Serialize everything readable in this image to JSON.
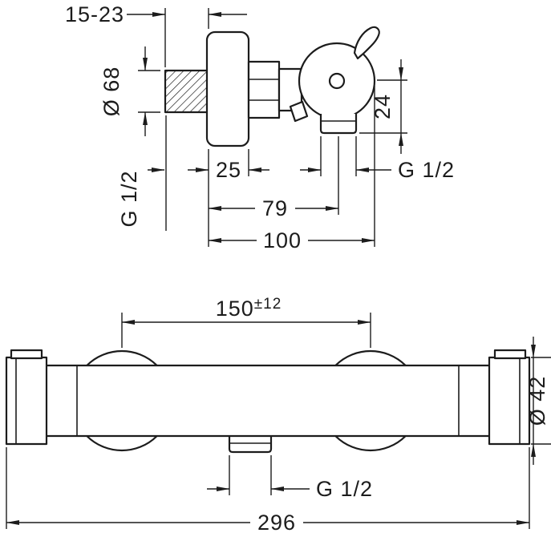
{
  "drawing": {
    "background": "#ffffff",
    "line_color": "#1c1c1c",
    "views": {
      "side": {
        "dims": {
          "wall_distance": "15-23",
          "flange_diameter": "Ø 68",
          "inlet_thread": "G 1/2",
          "flange_depth": "25",
          "outlet_thread": "G 1/2",
          "outlet_offset": "24",
          "outlet_depth": "79",
          "total_depth": "100"
        }
      },
      "front": {
        "dims": {
          "pitch": "150",
          "pitch_tolerance": "±12",
          "body_diameter": "Ø 42",
          "outlet_thread": "G 1/2",
          "total_width": "296"
        }
      }
    }
  }
}
